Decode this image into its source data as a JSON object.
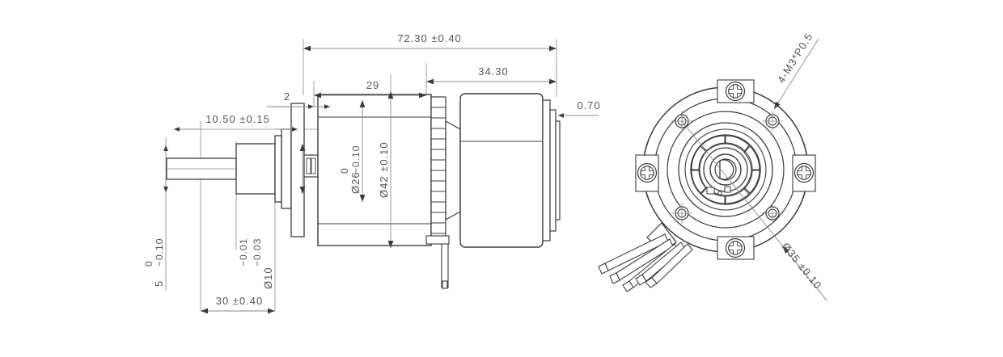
{
  "drawing": {
    "title": "gear-motor-technical-drawing",
    "background_color": "#ffffff",
    "line_color": "#3a3a3a",
    "dim_line_color": "#8a8a8a",
    "text_color": "#555555",
    "views": [
      {
        "name": "side-elevation-view",
        "position": "left"
      },
      {
        "name": "front-end-view",
        "position": "right"
      }
    ]
  },
  "dimensions": {
    "overall_length": "72.30  ±0.40",
    "motor_body_length": "34.30",
    "gearbox_length": "29",
    "flange_thickness": "2",
    "shaft_length": "10.50  ±0.15",
    "shaft_base_length": "30  ±0.40",
    "end_cap_thickness": "0.70",
    "gear_diameter": "Ø26",
    "gear_diameter_tol_upper": "0",
    "gear_diameter_tol_lower": "−0.10",
    "body_diameter": "Ø42 ±0.10",
    "shaft_flat": "5",
    "shaft_flat_tol_upper": "0",
    "shaft_flat_tol_lower": "−0.10",
    "shaft_diameter": "Ø10",
    "shaft_diameter_tol_upper": "−0.01",
    "shaft_diameter_tol_lower": "−0.03",
    "bolt_circle": "Ø35 ±0.10",
    "thread_callout": "4-M3*P0.5"
  },
  "end_view": {
    "screw_count": 4,
    "pin_count": 4,
    "wire_lead_count": 5
  }
}
